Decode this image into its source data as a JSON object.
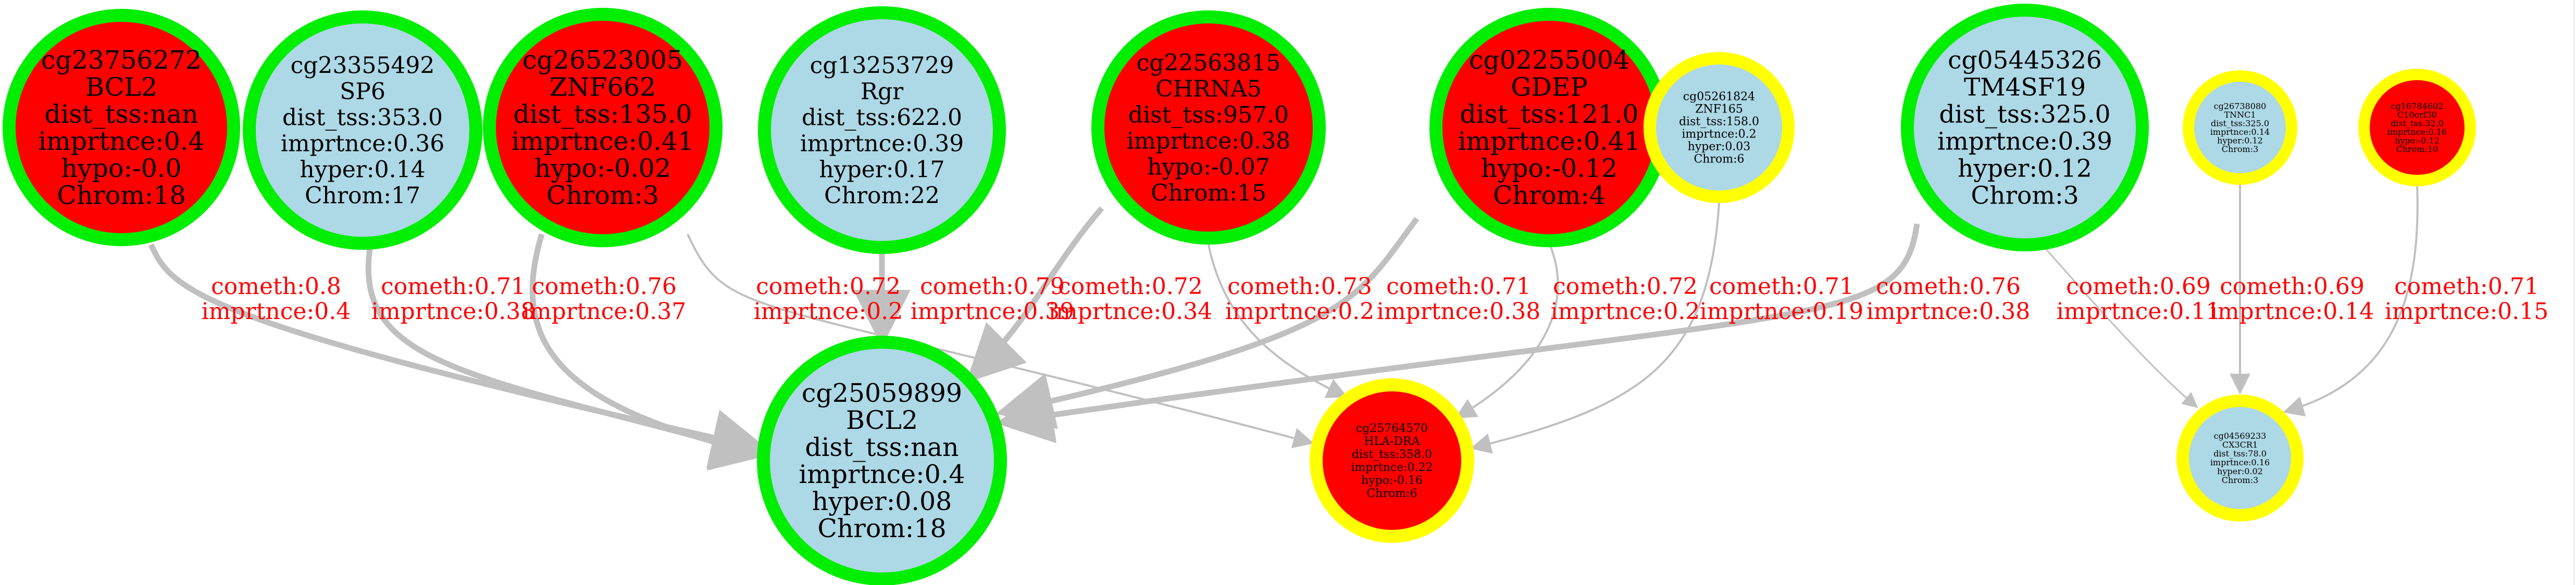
{
  "colors": {
    "green": "#00ee00",
    "yellow": "#ffff00",
    "red": "#ff0000",
    "blue": "#add8e6",
    "edge": "#c0c0c0",
    "label": "#ff0000"
  },
  "nodes": [
    {
      "id": "cg23756272",
      "fill": "red",
      "ring": "green",
      "lines": [
        "cg23756272",
        "BCL2",
        "dist_tss:nan",
        "imprtnce:0.4",
        "hypo:-0.0",
        "Chrom:18"
      ]
    },
    {
      "id": "cg23355492",
      "fill": "blue",
      "ring": "green",
      "lines": [
        "cg23355492",
        "SP6",
        "dist_tss:353.0",
        "imprtnce:0.36",
        "hyper:0.14",
        "Chrom:17"
      ]
    },
    {
      "id": "cg26523005",
      "fill": "red",
      "ring": "green",
      "lines": [
        "cg26523005",
        "ZNF662",
        "dist_tss:135.0",
        "imprtnce:0.41",
        "hypo:-0.02",
        "Chrom:3"
      ]
    },
    {
      "id": "cg13253729",
      "fill": "blue",
      "ring": "green",
      "lines": [
        "cg13253729",
        "Rgr",
        "dist_tss:622.0",
        "imprtnce:0.39",
        "hyper:0.17",
        "Chrom:22"
      ]
    },
    {
      "id": "cg22563815",
      "fill": "red",
      "ring": "green",
      "lines": [
        "cg22563815",
        "CHRNA5",
        "dist_tss:957.0",
        "imprtnce:0.38",
        "hypo:-0.07",
        "Chrom:15"
      ]
    },
    {
      "id": "cg02255004",
      "fill": "red",
      "ring": "green",
      "lines": [
        "cg02255004",
        "GDEP",
        "dist_tss:121.0",
        "imprtnce:0.41",
        "hypo:-0.12",
        "Chrom:4"
      ]
    },
    {
      "id": "cg05261824",
      "fill": "blue",
      "ring": "yellow",
      "lines": [
        "cg05261824",
        "ZNF165",
        "dist_tss:158.0",
        "imprtnce:0.2",
        "hyper:0.03",
        "Chrom:6"
      ]
    },
    {
      "id": "cg05445326",
      "fill": "blue",
      "ring": "green",
      "lines": [
        "cg05445326",
        "TM4SF19",
        "dist_tss:325.0",
        "imprtnce:0.39",
        "hyper:0.12",
        "Chrom:3"
      ]
    },
    {
      "id": "cg26738080",
      "fill": "blue",
      "ring": "yellow",
      "lines": [
        "cg26738080",
        "TNNC1",
        "dist_tss:325.0",
        "imprtnce:0.14",
        "hyper:0.12",
        "Chrom:3"
      ]
    },
    {
      "id": "cg16784602",
      "fill": "red",
      "ring": "yellow",
      "lines": [
        "cg16784602",
        "C10orf30",
        "dist_tss:32.0",
        "imprtnce:0.16",
        "hypo:-0.12",
        "Chrom:10"
      ]
    },
    {
      "id": "cg25059899",
      "fill": "blue",
      "ring": "green",
      "lines": [
        "cg25059899",
        "BCL2",
        "dist_tss:nan",
        "imprtnce:0.4",
        "hyper:0.08",
        "Chrom:18"
      ]
    },
    {
      "id": "cg25764570",
      "fill": "red",
      "ring": "yellow",
      "lines": [
        "cg25764570",
        "HLA-DRA",
        "dist_tss:358.0",
        "imprtnce:0.22",
        "hypo:-0.16",
        "Chrom:6"
      ]
    },
    {
      "id": "cg04569233",
      "fill": "blue",
      "ring": "yellow",
      "lines": [
        "cg04569233",
        "CX3CR1",
        "dist_tss:78.0",
        "imprtnce:0.16",
        "hyper:0.02",
        "Chrom:3"
      ]
    }
  ],
  "edges": [
    {
      "from": "cg23756272",
      "to": "cg25059899",
      "lines": [
        "cometh:0.8",
        "imprtnce:0.4"
      ]
    },
    {
      "from": "cg23355492",
      "to": "cg25059899",
      "lines": [
        "cometh:0.71",
        "imprtnce:0.38"
      ]
    },
    {
      "from": "cg26523005",
      "to": "cg25059899",
      "lines": [
        "cometh:0.76",
        "imprtnce:0.37"
      ]
    },
    {
      "from": "cg26523005",
      "to": "cg25764570",
      "lines": [
        "cometh:0.72",
        "imprtnce:0.2"
      ]
    },
    {
      "from": "cg13253729",
      "to": "cg25059899",
      "lines": [
        "cometh:0.79",
        "imprtnce:0.39"
      ]
    },
    {
      "from": "cg22563815",
      "to": "cg25059899",
      "lines": [
        "cometh:0.72",
        "imprtnce:0.34"
      ]
    },
    {
      "from": "cg22563815",
      "to": "cg25764570",
      "lines": [
        "cometh:0.73",
        "imprtnce:0.2"
      ]
    },
    {
      "from": "cg02255004",
      "to": "cg25059899",
      "lines": [
        "cometh:0.71",
        "imprtnce:0.38"
      ]
    },
    {
      "from": "cg02255004",
      "to": "cg25764570",
      "lines": [
        "cometh:0.72",
        "imprtnce:0.2"
      ]
    },
    {
      "from": "cg05261824",
      "to": "cg25764570",
      "lines": [
        "cometh:0.71",
        "imprtnce:0.19"
      ]
    },
    {
      "from": "cg05445326",
      "to": "cg25059899",
      "lines": [
        "cometh:0.76",
        "imprtnce:0.38"
      ]
    },
    {
      "from": "cg05445326",
      "to": "cg04569233",
      "lines": [
        "cometh:0.69",
        "imprtnce:0.11"
      ]
    },
    {
      "from": "cg26738080",
      "to": "cg04569233",
      "lines": [
        "cometh:0.69",
        "imprtnce:0.14"
      ]
    },
    {
      "from": "cg16784602",
      "to": "cg04569233",
      "lines": [
        "cometh:0.71",
        "imprtnce:0.15"
      ]
    }
  ]
}
